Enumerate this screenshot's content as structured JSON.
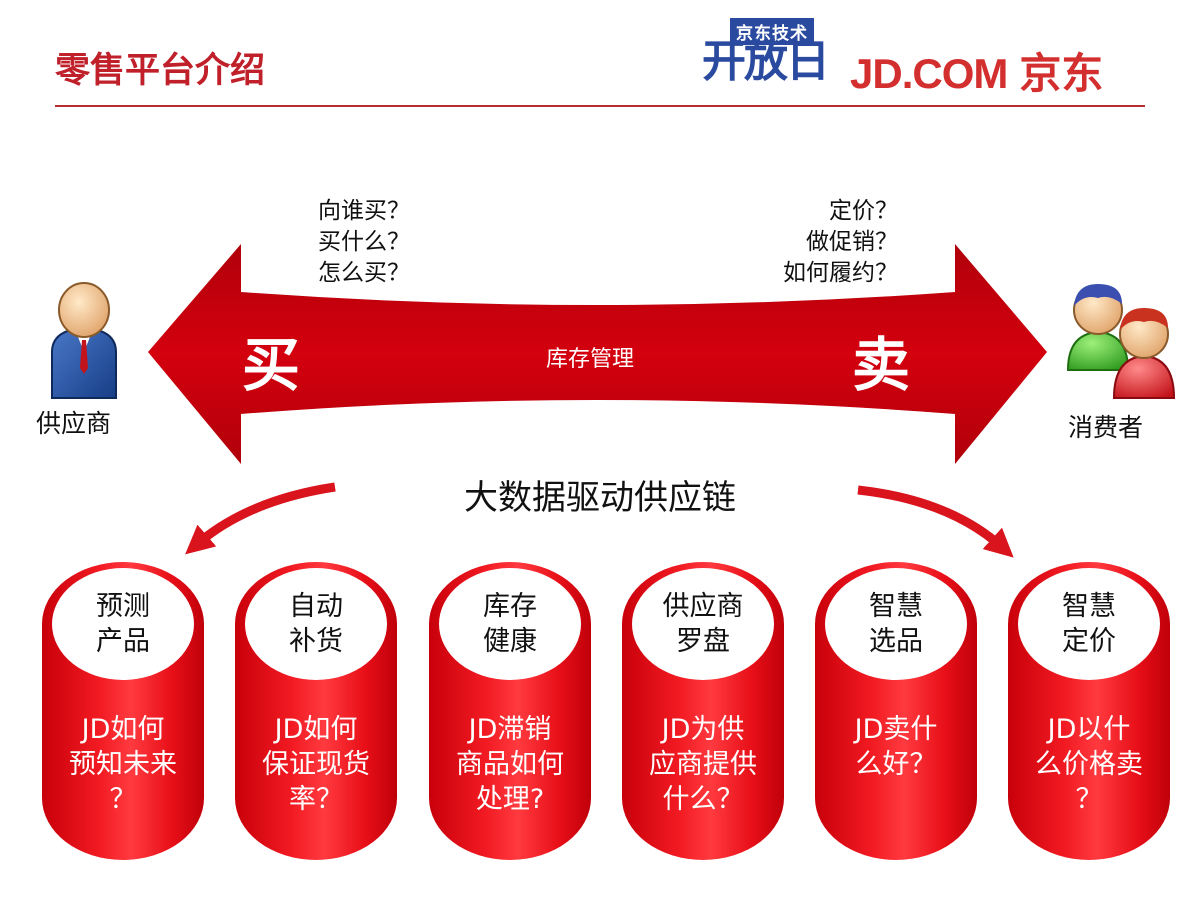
{
  "header": {
    "title": "零售平台介绍",
    "logo_open_small": "京东技术",
    "logo_open_big": "开放日",
    "logo_jd_en": "JD.COM",
    "logo_jd_cn": "京东"
  },
  "arrow": {
    "left_label": "买",
    "right_label": "卖",
    "center_label": "库存管理",
    "color": "#c8000a"
  },
  "questions_buy": [
    "向谁买？",
    "买什么？",
    "怎么买？"
  ],
  "questions_sell": [
    "定价？",
    "做促销？",
    "如何履约？"
  ],
  "supplier_label": "供应商",
  "consumer_label": "消费者",
  "center_title": "大数据驱动供应链",
  "capabilities": [
    {
      "name": "预测\n产品",
      "question": "JD如何\n预知未来\n？"
    },
    {
      "name": "自动\n补货",
      "question": "JD如何\n保证现货\n率？"
    },
    {
      "name": "库存\n健康",
      "question": "JD滞销\n商品如何\n处理?"
    },
    {
      "name": "供应商\n罗盘",
      "question": "JD为供\n应商提供\n什么？"
    },
    {
      "name": "智慧\n选品",
      "question": "JD卖什\n么好？"
    },
    {
      "name": "智慧\n定价",
      "question": "JD以什\n么价格卖\n？"
    }
  ],
  "colors": {
    "accent": "#c0202a",
    "pill_red": "#e80f18",
    "logo_blue": "#2a4aa0"
  }
}
